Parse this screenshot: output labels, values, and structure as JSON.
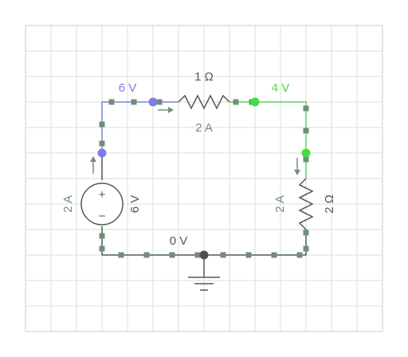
{
  "colors": {
    "grid": "#dedede",
    "grid_border": "#cfcfcf",
    "wire_neutral": "#505a50",
    "wire_6v": "#7b7fe0",
    "wire_4v": "#5fd35f",
    "node_6v": "#7b7fe0",
    "node_4v": "#44dd44",
    "node_ground": "#505050",
    "dot": "#6f8f76",
    "current_label": "#6f8f76",
    "component_label": "#555555"
  },
  "labels": {
    "node_top_left_voltage": "6 V",
    "node_top_right_voltage": "4 V",
    "node_bottom_voltage": "0 V",
    "r1_value": "1 Ω",
    "r1_current": "2 A",
    "source_current": "2 A",
    "source_voltage": "6 V",
    "source_plus": "+",
    "source_minus": "−",
    "r2_current": "2 A",
    "r2_value": "2 Ω"
  }
}
